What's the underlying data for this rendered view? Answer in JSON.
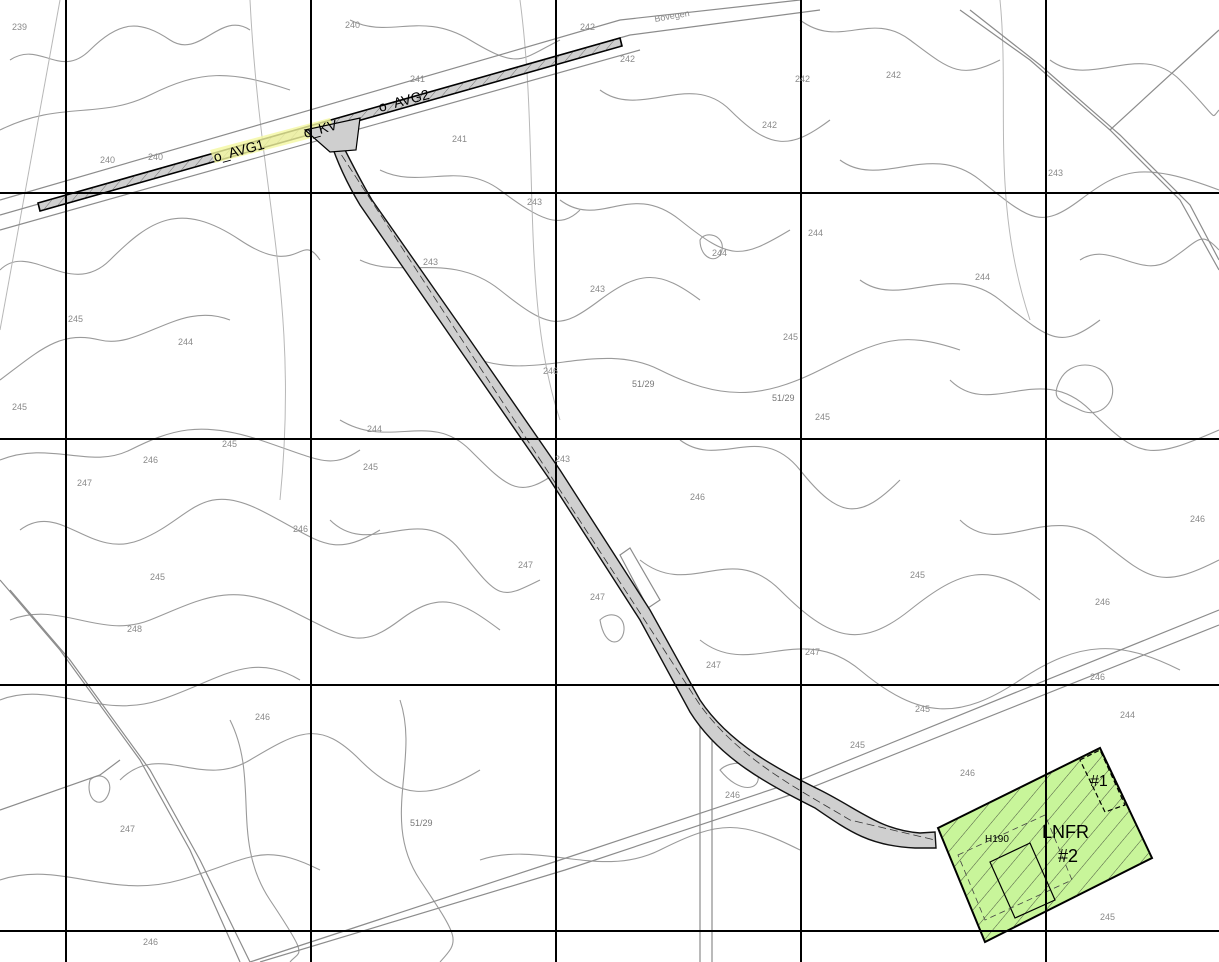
{
  "map": {
    "zones": {
      "road_a": "o_AVG1",
      "road_b": "o_KV",
      "road_c": "o_AVG2",
      "lnfr": "LNFR",
      "lnfr_num": "#2",
      "zone1": "#1",
      "building": "H190"
    },
    "parcels": [
      "51/29",
      "51/29",
      "51/29"
    ],
    "elevations": [
      "239",
      "240",
      "242",
      "242",
      "241",
      "240",
      "240",
      "241",
      "242",
      "242",
      "242",
      "243",
      "243",
      "243",
      "243",
      "244",
      "244",
      "244",
      "245",
      "246",
      "245",
      "245",
      "244",
      "244",
      "245",
      "243",
      "245",
      "246",
      "245",
      "246",
      "247",
      "246",
      "247",
      "246",
      "245",
      "245",
      "247",
      "246",
      "248",
      "247",
      "247",
      "246",
      "246",
      "245",
      "244",
      "245",
      "246",
      "247",
      "246",
      "245",
      "246"
    ],
    "road_name": "Bovegen",
    "colors": {
      "lnfr_fill": "#c8f59a",
      "road_fill": "#cfcfcf",
      "grid": "#000000"
    }
  }
}
